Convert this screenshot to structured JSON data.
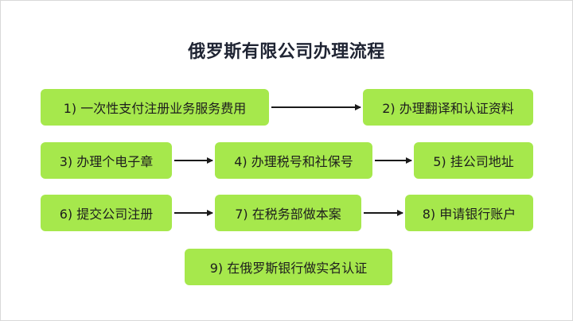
{
  "title": "俄罗斯有限公司办理流程",
  "steps": [
    {
      "label": "1) 一次性支付注册业务服务费用"
    },
    {
      "label": "2) 办理翻译和认证资料"
    },
    {
      "label": "3) 办理个电子章"
    },
    {
      "label": "4) 办理税号和社保号"
    },
    {
      "label": "5) 挂公司地址"
    },
    {
      "label": "6) 提交公司注册"
    },
    {
      "label": "7) 在税务部做本案"
    },
    {
      "label": "8) 申请银行账户"
    },
    {
      "label": "9) 在俄罗斯银行做实名认证"
    }
  ],
  "colors": {
    "step_fill": "#a6e84c",
    "arrow": "#1a1a1a",
    "title": "#1f2433"
  }
}
